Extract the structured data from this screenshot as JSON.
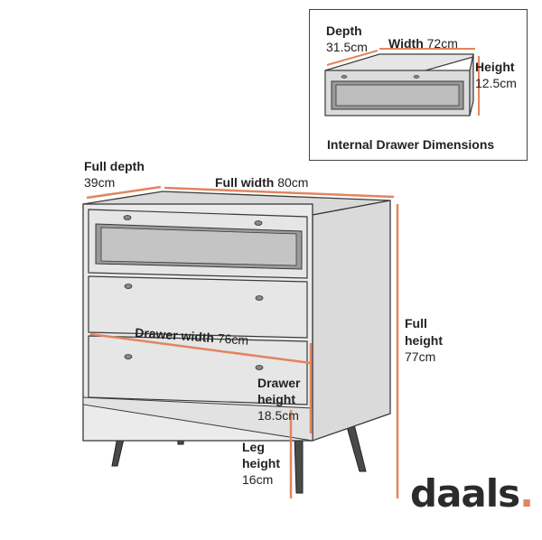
{
  "inset": {
    "depth_label": "Depth",
    "depth_value": "31.5cm",
    "width_label": "Width",
    "width_value": "72cm",
    "height_label": "Height",
    "height_value": "12.5cm",
    "caption": "Internal Drawer Dimensions"
  },
  "main": {
    "full_depth_label": "Full depth",
    "full_depth_value": "39cm",
    "full_width_label": "Full width",
    "full_width_value": "80cm",
    "full_height_label_1": "Full",
    "full_height_label_2": "height",
    "full_height_value": "77cm",
    "drawer_width_label": "Drawer width",
    "drawer_width_value": "76cm",
    "drawer_height_label_1": "Drawer",
    "drawer_height_label_2": "height",
    "drawer_height_value": "18.5cm",
    "leg_height_label_1": "Leg",
    "leg_height_label_2": "height",
    "leg_height_value": "16cm"
  },
  "brand": {
    "name": "daals",
    "dot": "."
  },
  "colors": {
    "measure": "#e2855f",
    "outline": "#3a3a3a",
    "body": "#ebebeb",
    "glass": "#8a8a8a"
  }
}
